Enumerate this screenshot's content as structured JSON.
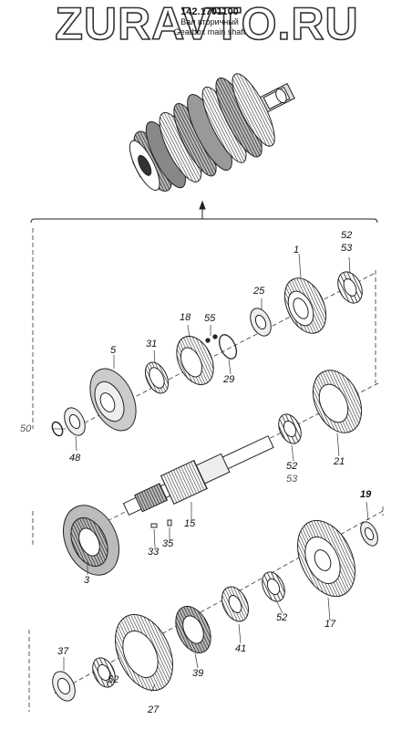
{
  "watermark": "ZURAVTO.RU",
  "header": {
    "code": "142.1701100",
    "name_ru": "Вал вторичный",
    "name_en": "Gearbox main shaft"
  },
  "callouts": {
    "c1": "1",
    "c52a": "52",
    "c53a": "53",
    "c25": "25",
    "c18": "18",
    "c55": "55",
    "c31": "31",
    "c5": "5",
    "c29": "29",
    "c50": "50",
    "c48": "48",
    "c21": "21",
    "c52b": "52",
    "c53b": "53",
    "c19": "19",
    "c3": "3",
    "c33": "33",
    "c35": "35",
    "c15": "15",
    "c17": "17",
    "c52c": "52",
    "c41": "41",
    "c37": "37",
    "c52d": "52",
    "c39": "39",
    "c27": "27"
  }
}
